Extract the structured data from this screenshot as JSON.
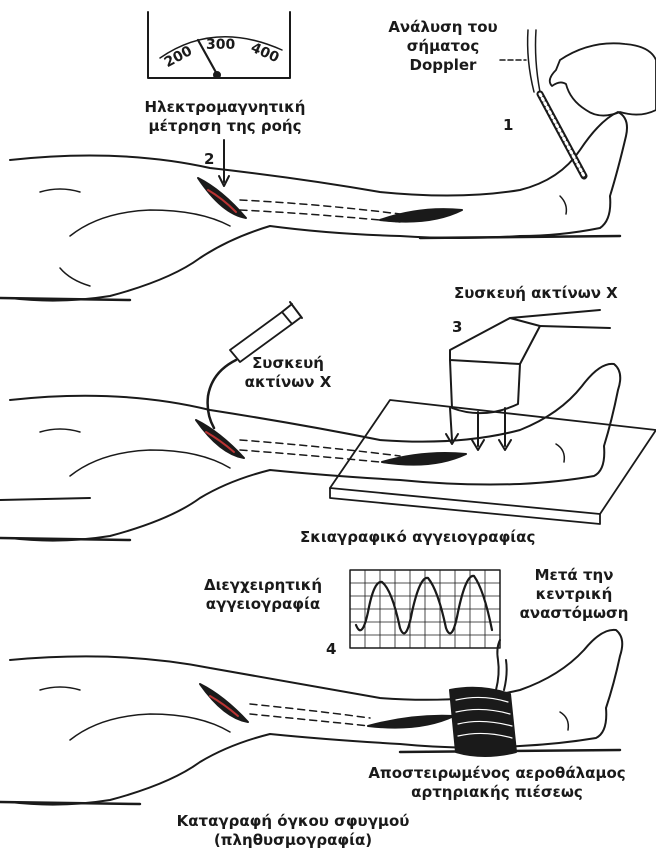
{
  "panel1": {
    "step": "1",
    "step2": "2",
    "doppler_label": [
      "Ανάλυση του",
      "σήματος",
      "Doppler"
    ],
    "flow_label": [
      "Ηλεκτρομαγνητική",
      "μέτρηση της ροής"
    ],
    "meter_ticks": [
      "200",
      "300",
      "400"
    ]
  },
  "panel2": {
    "step": "3",
    "xray_device": "Συσκευή ακτίνων X",
    "syringe_label": [
      "Συσκευή",
      "ακτίνων X"
    ],
    "film_label": "Σκιαγραφικό αγγειογραφίας"
  },
  "panel3": {
    "step": "4",
    "left_trace_label": [
      "Διεγχειρητική",
      "αγγειογραφία"
    ],
    "right_trace_label": [
      "Μετά την",
      "κεντρική",
      "αναστόμωση"
    ],
    "cuff_label": [
      "Αποστειρωμένος αεροθάλαμος",
      "αρτηριακής πιέσεως"
    ],
    "record_label": [
      "Καταγραφή όγκου σφυγμού",
      "(πληθυσμογραφία)"
    ]
  }
}
